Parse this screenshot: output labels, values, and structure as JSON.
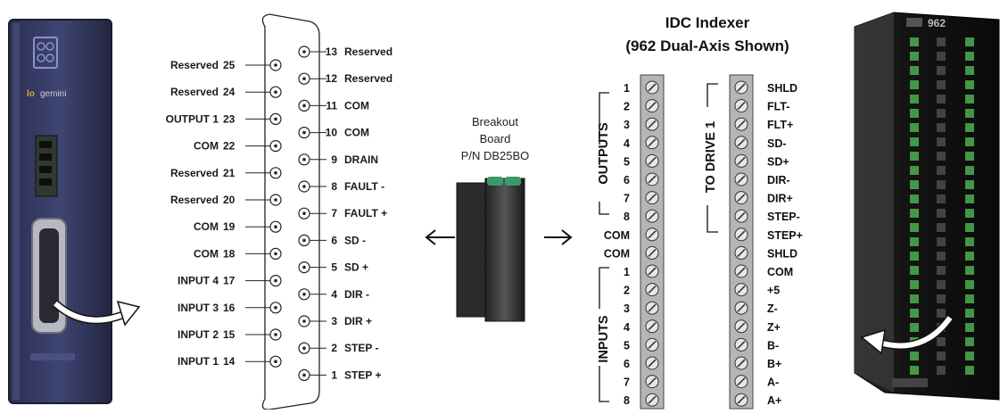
{
  "header": {
    "title_line1": "IDC Indexer",
    "title_line2": "(962 Dual-Axis Shown)"
  },
  "breakout": {
    "line1": "Breakout",
    "line2": "Board",
    "line3": "P/N DB25BO"
  },
  "connector": {
    "left_pins": [
      {
        "label": "Reserved",
        "num": "25"
      },
      {
        "label": "Reserved",
        "num": "24"
      },
      {
        "label": "OUTPUT 1",
        "num": "23"
      },
      {
        "label": "COM",
        "num": "22"
      },
      {
        "label": "Reserved",
        "num": "21"
      },
      {
        "label": "Reserved",
        "num": "20"
      },
      {
        "label": "COM",
        "num": "19"
      },
      {
        "label": "COM",
        "num": "18"
      },
      {
        "label": "INPUT 4",
        "num": "17"
      },
      {
        "label": "INPUT 3",
        "num": "16"
      },
      {
        "label": "INPUT 2",
        "num": "15"
      },
      {
        "label": "INPUT 1",
        "num": "14"
      }
    ],
    "right_pins": [
      {
        "num": "13",
        "label": "Reserved"
      },
      {
        "num": "12",
        "label": "Reserved"
      },
      {
        "num": "11",
        "label": "COM"
      },
      {
        "num": "10",
        "label": "COM"
      },
      {
        "num": "9",
        "label": "DRAIN"
      },
      {
        "num": "8",
        "label": "FAULT -"
      },
      {
        "num": "7",
        "label": "FAULT +"
      },
      {
        "num": "6",
        "label": "SD -"
      },
      {
        "num": "5",
        "label": "SD +"
      },
      {
        "num": "4",
        "label": "DIR -"
      },
      {
        "num": "3",
        "label": "DIR +"
      },
      {
        "num": "2",
        "label": "STEP -"
      },
      {
        "num": "1",
        "label": "STEP +"
      }
    ]
  },
  "terminal_block_left": {
    "outputs_label": "OUTPUTS",
    "inputs_label": "INPUTS",
    "rows": [
      "1",
      "2",
      "3",
      "4",
      "5",
      "6",
      "7",
      "8",
      "COM",
      "COM",
      "1",
      "2",
      "3",
      "4",
      "5",
      "6",
      "7",
      "8"
    ]
  },
  "terminal_block_right": {
    "side_label": "TO DRIVE 1",
    "rows": [
      "SHLD",
      "FLT-",
      "FLT+",
      "SD-",
      "SD+",
      "DIR-",
      "DIR+",
      "STEP-",
      "STEP+",
      "SHLD",
      "COM",
      "+5",
      "Z-",
      "Z+",
      "B-",
      "B+",
      "A-",
      "A+"
    ]
  },
  "devices": {
    "drive_badge": "lo",
    "drive_brand": "gemini",
    "indexer_badge": "962"
  },
  "colors": {
    "drive_body": "#3a3f66",
    "indexer_body": "#1c1c1c",
    "terminal_green": "#4caf50",
    "screw_gray": "#9a9a9a"
  }
}
